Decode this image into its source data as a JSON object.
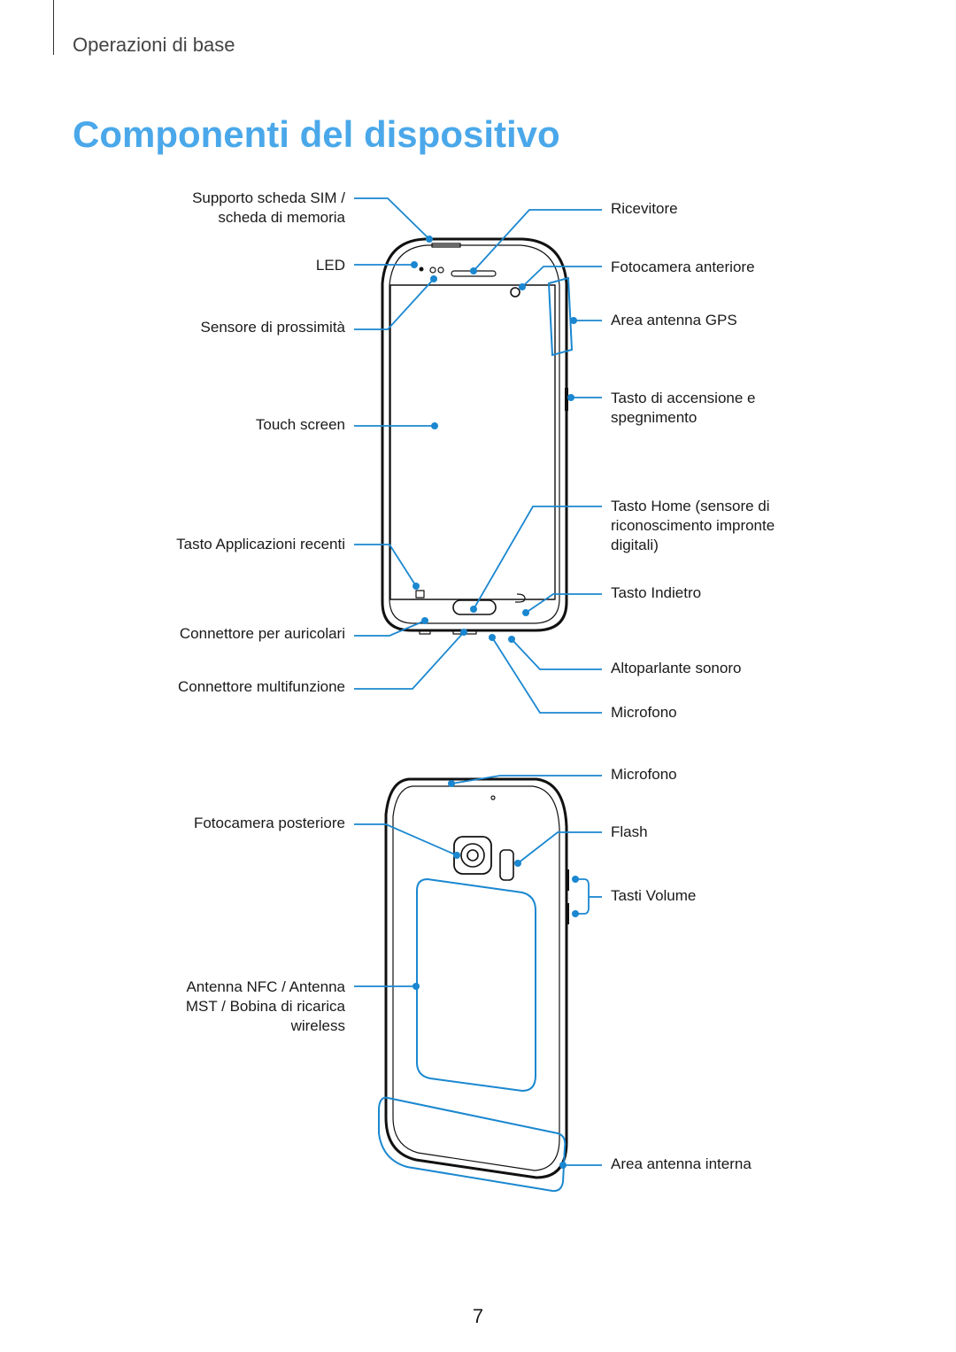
{
  "header": {
    "section": "Operazioni di base",
    "title": "Componenti del dispositivo"
  },
  "front": {
    "left_labels": [
      "Supporto scheda SIM / scheda di memoria",
      "LED",
      "Sensore di prossimità",
      "Touch screen",
      "Tasto Applicazioni recenti",
      "Connettore per auricolari",
      "Connettore multifunzione"
    ],
    "right_labels": [
      "Ricevitore",
      "Fotocamera anteriore",
      "Area antenna GPS",
      "Tasto di accensione e spegnimento",
      "Tasto Home (sensore di riconoscimento impronte digitali)",
      "Tasto Indietro",
      "Altoparlante sonoro",
      "Microfono"
    ]
  },
  "back": {
    "left_labels": [
      "Fotocamera posteriore",
      "Antenna NFC / Antenna MST / Bobina di ricarica wireless"
    ],
    "right_labels": [
      "Microfono",
      "Flash",
      "Tasti Volume",
      "Area antenna interna"
    ]
  },
  "page_number": "7",
  "colors": {
    "accent": "#4aa8ea",
    "callout": "#1a87d0",
    "outline": "#111111"
  }
}
